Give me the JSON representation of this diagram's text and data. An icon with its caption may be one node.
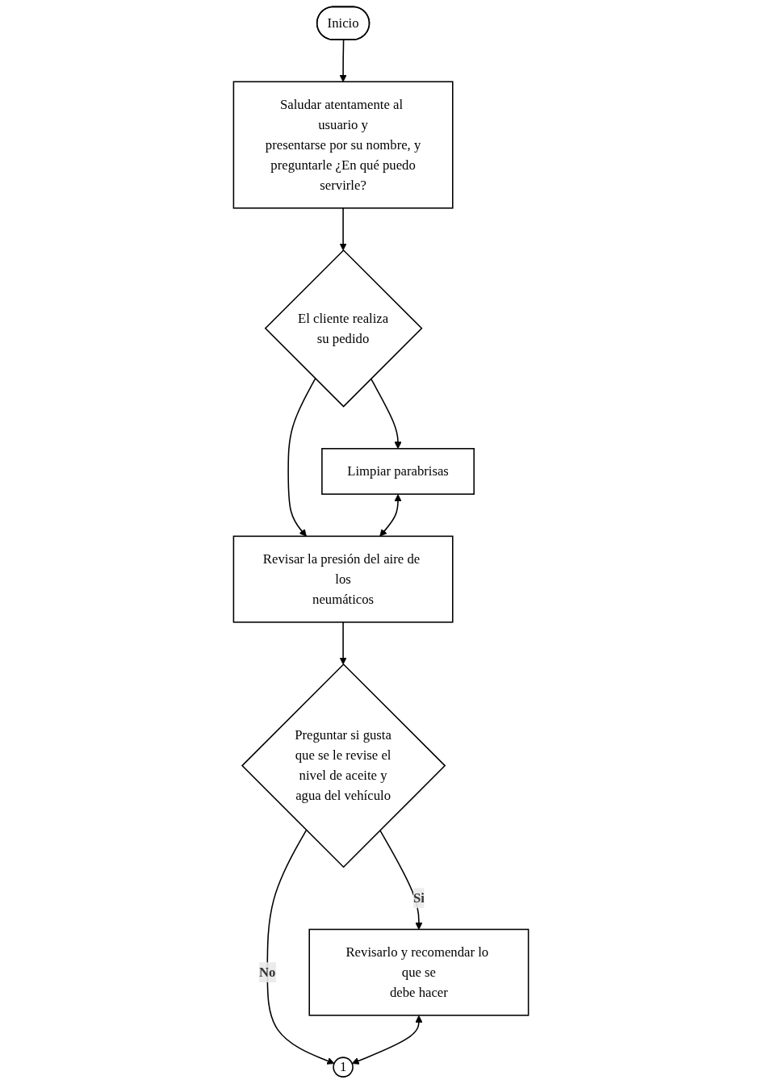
{
  "diagram": {
    "nodes": [
      {
        "text": [
          "Inicio"
        ]
      },
      {
        "text": [
          "Saludar atentamente al usuario y presentarse por su nombre, y preguntarle ¿En qué puedo servirle?"
        ]
      },
      {
        "text": [
          "El cliente realiza su pedido"
        ]
      },
      {
        "text": [
          "Limpiar parabrisas"
        ]
      },
      {
        "text": [
          "Revisar la presión del aire de los neumáticos"
        ]
      },
      {
        "text": [
          "Preguntar si gusta que se le revise el nivel de aceite y agua del vehículo"
        ]
      },
      {
        "text": [
          "Revisarlo y recomendar lo que se debe hacer"
        ]
      },
      {
        "text": [
          "1"
        ]
      }
    ],
    "edges": [
      {
        "from": 0,
        "to": 1,
        "arrow": "to"
      },
      {
        "from": 1,
        "to": 2,
        "arrow": "to"
      },
      {
        "from": 2,
        "to": 3,
        "arrow": "to"
      },
      {
        "from": 2,
        "to": 4,
        "arrow": "to"
      },
      {
        "from": 3,
        "to": 4,
        "arrow": "both"
      },
      {
        "from": 4,
        "to": 5,
        "arrow": "to"
      },
      {
        "from": 5,
        "to": 6,
        "arrow": "to",
        "label": "Si"
      },
      {
        "from": 5,
        "to": 7,
        "arrow": "to",
        "label": "No"
      },
      {
        "from": 6,
        "to": 7,
        "arrow": "both"
      }
    ]
  }
}
